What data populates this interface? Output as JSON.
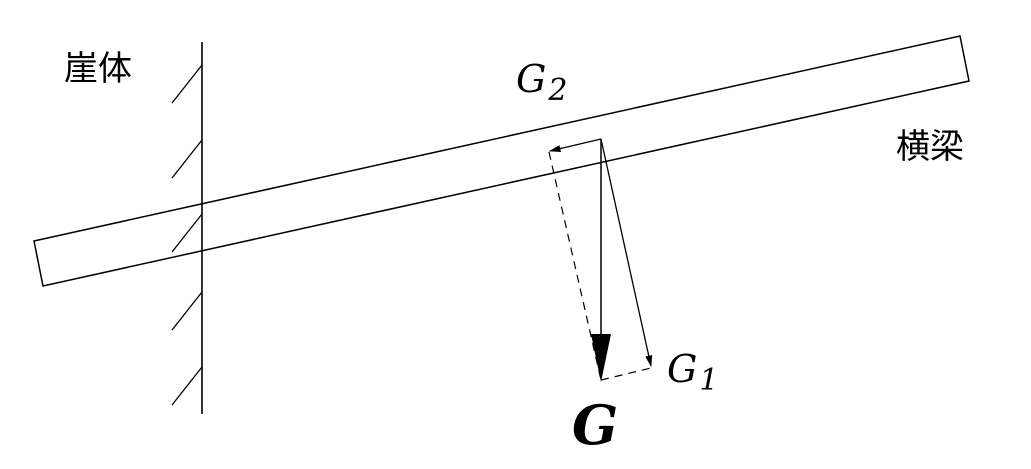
{
  "labels": {
    "cliff": "崖体",
    "beam": "横梁",
    "force_total": {
      "main": "G",
      "sub": ""
    },
    "force_g1": {
      "main": "G",
      "sub": "1"
    },
    "force_g2": {
      "main": "G",
      "sub": "2"
    }
  },
  "colors": {
    "ink": "#000000",
    "background": "#ffffff"
  }
}
